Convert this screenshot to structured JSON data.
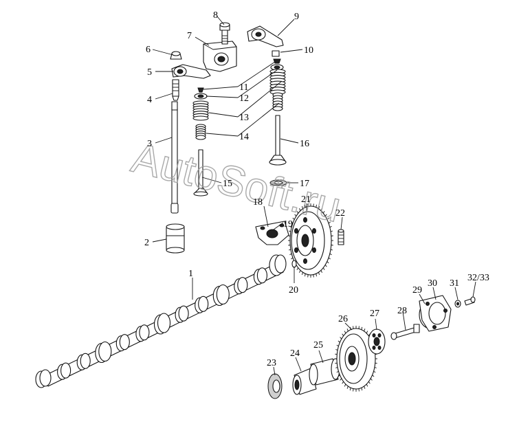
{
  "watermark": "AutoSoft.ru",
  "labels": [
    {
      "id": "1",
      "text": "1"
    },
    {
      "id": "2",
      "text": "2"
    },
    {
      "id": "3",
      "text": "3"
    },
    {
      "id": "4",
      "text": "4"
    },
    {
      "id": "5",
      "text": "5"
    },
    {
      "id": "6",
      "text": "6"
    },
    {
      "id": "7",
      "text": "7"
    },
    {
      "id": "8",
      "text": "8"
    },
    {
      "id": "9",
      "text": "9"
    },
    {
      "id": "10",
      "text": "10"
    },
    {
      "id": "11",
      "text": "11"
    },
    {
      "id": "12",
      "text": "12"
    },
    {
      "id": "13",
      "text": "13"
    },
    {
      "id": "14",
      "text": "14"
    },
    {
      "id": "15",
      "text": "15"
    },
    {
      "id": "16",
      "text": "16"
    },
    {
      "id": "17",
      "text": "17"
    },
    {
      "id": "18",
      "text": "18"
    },
    {
      "id": "19",
      "text": "19"
    },
    {
      "id": "20",
      "text": "20"
    },
    {
      "id": "21",
      "text": "21"
    },
    {
      "id": "22",
      "text": "22"
    },
    {
      "id": "23",
      "text": "23"
    },
    {
      "id": "24",
      "text": "24"
    },
    {
      "id": "25",
      "text": "25"
    },
    {
      "id": "26",
      "text": "26"
    },
    {
      "id": "27",
      "text": "27"
    },
    {
      "id": "28",
      "text": "28"
    },
    {
      "id": "29",
      "text": "29"
    },
    {
      "id": "30",
      "text": "30"
    },
    {
      "id": "31",
      "text": "31"
    },
    {
      "id": "32_33",
      "text": "32/33"
    }
  ]
}
